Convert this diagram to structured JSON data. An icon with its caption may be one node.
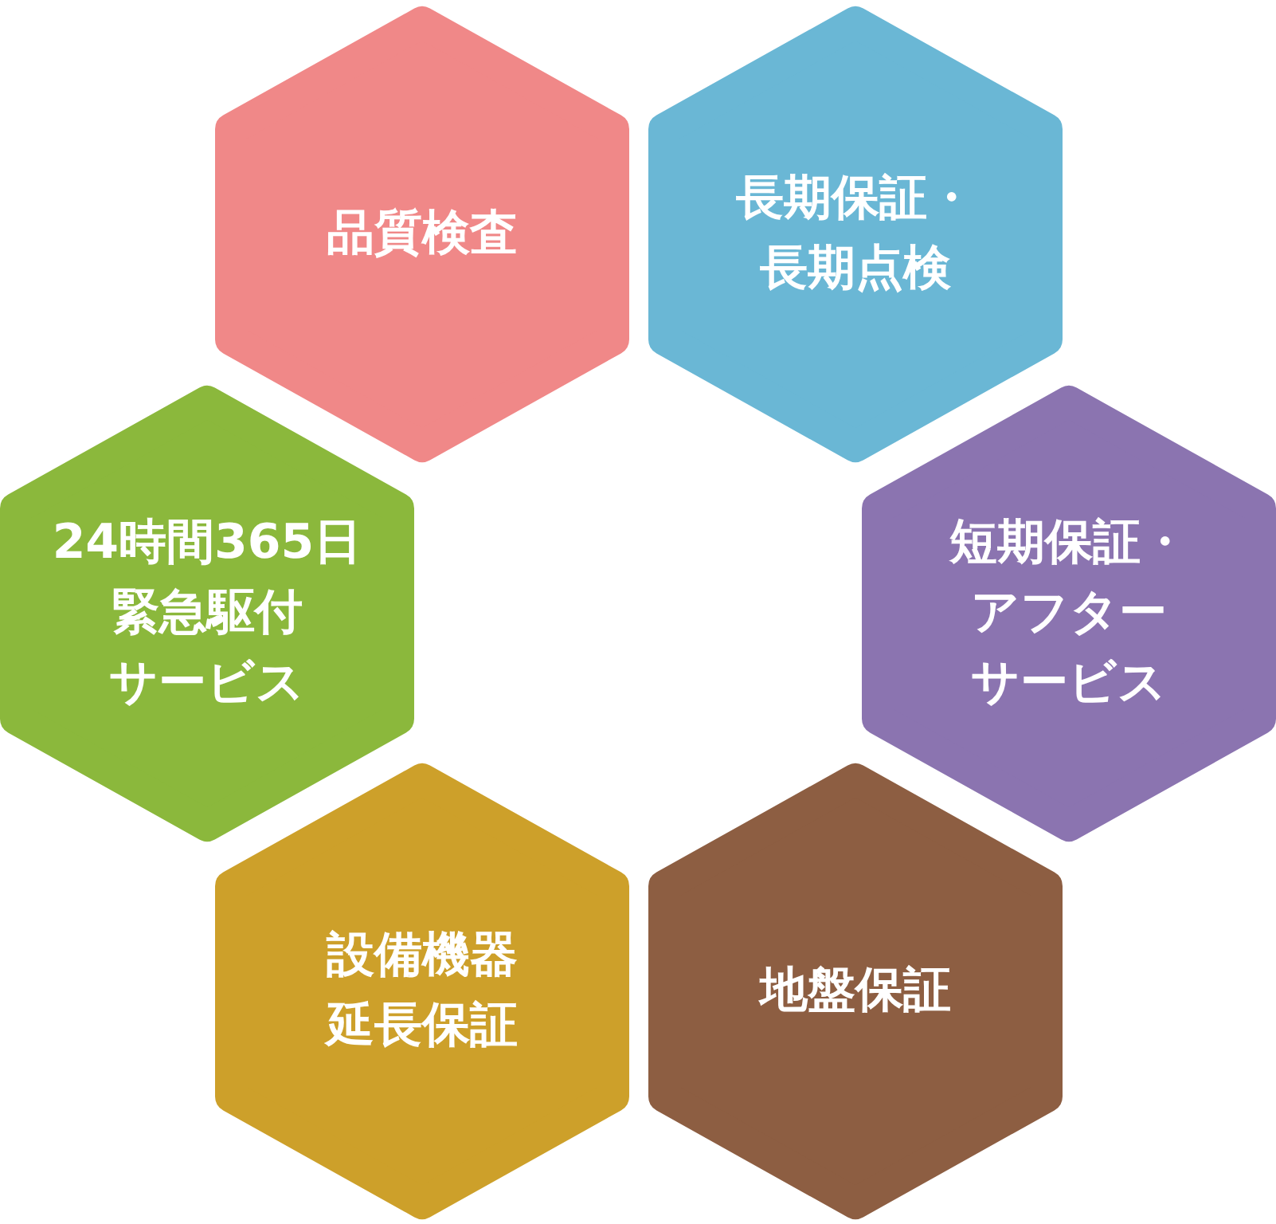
{
  "diagram": {
    "nodes": [
      {
        "text": [
          "品質検査"
        ]
      },
      {
        "text": [
          "長期保証・長期点検"
        ]
      },
      {
        "text": [
          "24時間365日緊急駆付サービス"
        ]
      },
      {
        "text": [
          "短期保証・アフターサービス"
        ]
      },
      {
        "text": [
          "設備機器延長保証"
        ]
      },
      {
        "text": [
          "地盤保証"
        ]
      }
    ]
  }
}
